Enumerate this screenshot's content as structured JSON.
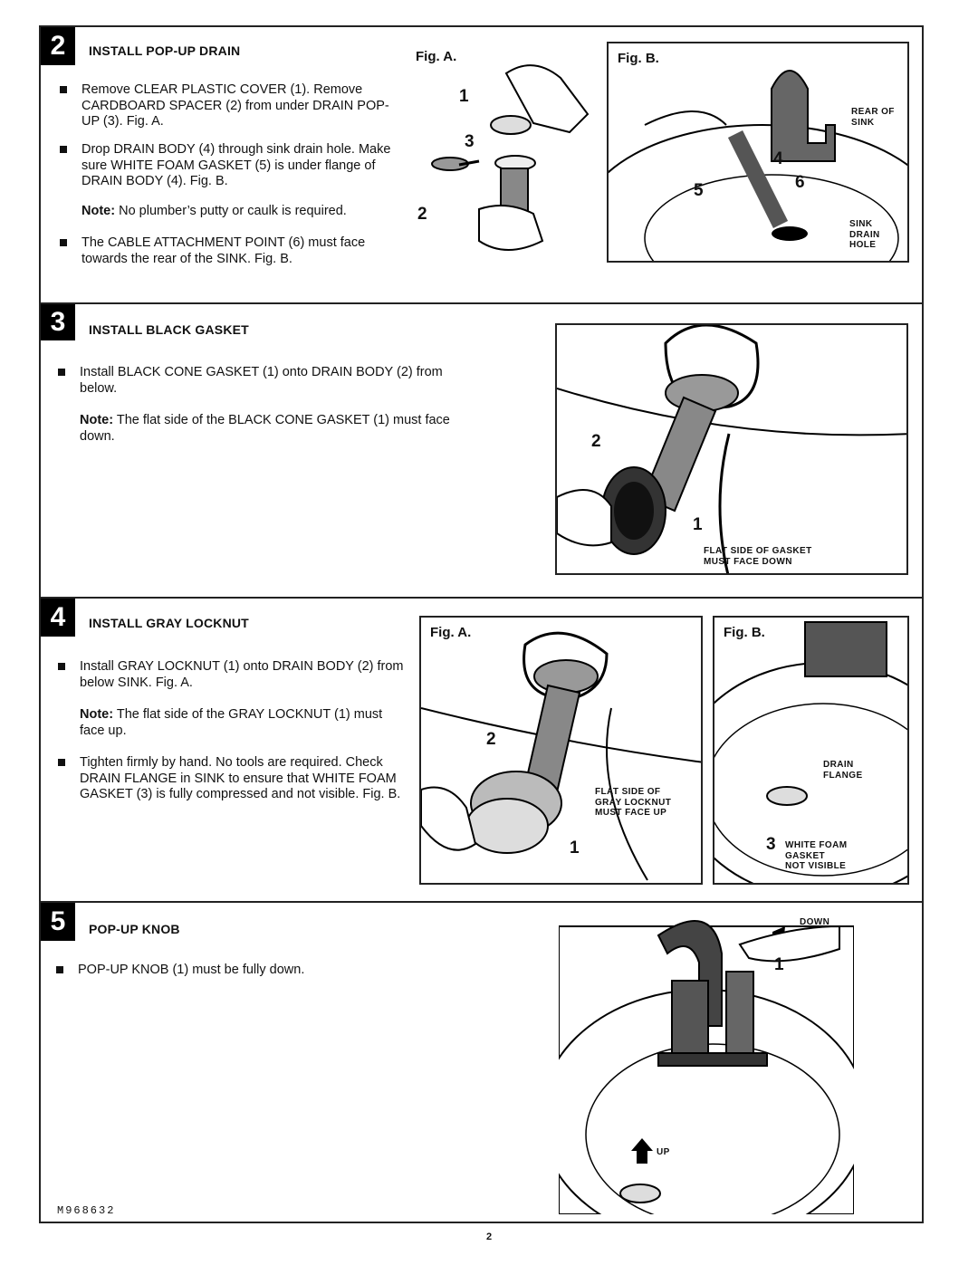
{
  "steps": {
    "s2": {
      "num": "2",
      "title": "INSTALL POP-UP DRAIN",
      "b1": "Remove CLEAR PLASTIC COVER (1). Remove CARDBOARD SPACER (2) from under DRAIN POP-UP (3). Fig. A.",
      "b2": "Drop DRAIN BODY (4) through sink drain hole. Make sure WHITE FOAM GASKET (5) is under flange of DRAIN BODY (4). Fig. B.",
      "note_label": "Note:",
      "note": "No plumber’s putty or caulk is required.",
      "b3": "The CABLE ATTACHMENT POINT (6) must face towards the rear of the SINK. Fig. B.",
      "figA": {
        "label": "Fig. A.",
        "c1": "1",
        "c3": "3",
        "c2": "2"
      },
      "figB": {
        "label": "Fig. B.",
        "rear1": "REAR OF",
        "rear2": "SINK",
        "c4": "4",
        "c5": "5",
        "c6": "6",
        "sink1": "SINK",
        "sink2": "DRAIN",
        "sink3": "HOLE"
      }
    },
    "s3": {
      "num": "3",
      "title": "INSTALL BLACK GASKET",
      "b1": "Install BLACK CONE GASKET (1) onto DRAIN BODY (2) from below.",
      "note_label": "Note:",
      "note": "The flat side of the BLACK CONE GASKET (1) must face down.",
      "fig": {
        "c2": "2",
        "c1": "1",
        "flat1": "FLAT SIDE OF GASKET",
        "flat2": "MUST FACE DOWN"
      }
    },
    "s4": {
      "num": "4",
      "title": "INSTALL GRAY LOCKNUT",
      "b1": "Install GRAY LOCKNUT (1) onto DRAIN BODY (2) from below SINK. Fig. A.",
      "note_label": "Note:",
      "note": "The flat side of the GRAY LOCKNUT (1) must face up.",
      "b2": "Tighten firmly by hand. No tools are required. Check DRAIN FLANGE in SINK to ensure that WHITE FOAM GASKET (3) is fully compressed and not visible. Fig. B.",
      "figA": {
        "label": "Fig. A.",
        "c2": "2",
        "c1": "1",
        "f1": "FLAT SIDE OF",
        "f2": "GRAY LOCKNUT",
        "f3": "MUST FACE UP"
      },
      "figB": {
        "label": "Fig. B.",
        "d1": "DRAIN",
        "d2": "FLANGE",
        "c3": "3",
        "w1": "WHITE FOAM",
        "w2": "GASKET",
        "w3": "NOT VISIBLE"
      }
    },
    "s5": {
      "num": "5",
      "title": "POP-UP KNOB",
      "b1": "POP-UP KNOB (1) must be fully down.",
      "fig": {
        "down": "DOWN",
        "up": "UP",
        "c1": "1"
      }
    }
  },
  "footer": {
    "code": "M968632",
    "page": "2"
  }
}
